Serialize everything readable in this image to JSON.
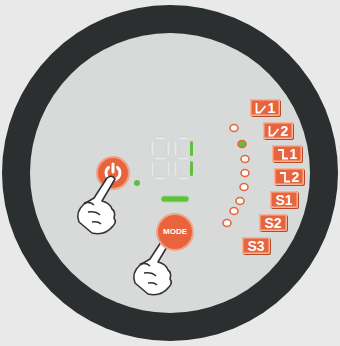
{
  "diagram": {
    "nodes": [
      {
        "text": [
          "1"
        ]
      },
      {
        "text": [
          "2"
        ]
      },
      {
        "text": [
          "1"
        ]
      },
      {
        "text": [
          "2"
        ]
      },
      {
        "text": [
          "S1"
        ]
      },
      {
        "text": [
          "S2"
        ]
      },
      {
        "text": [
          "S3"
        ]
      },
      {
        "text": [
          "MODE"
        ]
      }
    ]
  }
}
